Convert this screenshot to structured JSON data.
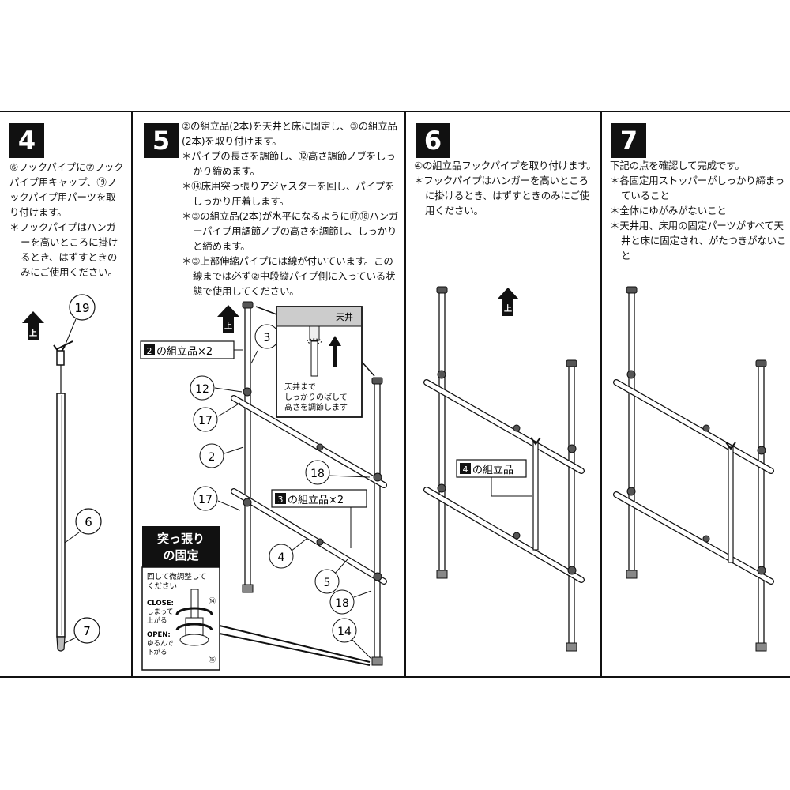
{
  "step4": {
    "number": "4",
    "instruction": "⑥フックパイプに⑦フックパイプ用キャップ、⑲フックパイプ用パーツを取り付けます。",
    "note": "＊フックパイプはハンガーを高いところに掛けるとき、はずすときのみにご使用ください。",
    "labels": {
      "up": "上",
      "c19": "19",
      "c6": "6",
      "c7": "7"
    }
  },
  "step5": {
    "number": "5",
    "instruction": "②の組立品(2本)を天井と床に固定し、③の組立品(2本)を取り付けます。",
    "notes": [
      "＊パイプの長さを調節し、⑫高さ調節ノブをしっかり締めます。",
      "＊⑭床用突っ張りアジャスターを回し、パイプをしっかり圧着します。",
      "＊③の組立品(2本)が水平になるように⑰⑱ハンガーパイプ用調節ノブの高さを調節し、しっかりと締めます。",
      "＊③上部伸縮パイプには線が付いています。この線までは必ず②中段縦パイプ側に入っている状態で使用してください。"
    ],
    "labels": {
      "up": "上",
      "assembly2": "の組立品×2",
      "assembly2_num": "2",
      "assembly3": "の組立品×2",
      "assembly3_num": "3",
      "c3": "3",
      "c12": "12",
      "c17a": "17",
      "c2": "2",
      "c17b": "17",
      "c18a": "18",
      "c4": "4",
      "c5": "5",
      "c18b": "18",
      "c14": "14"
    },
    "inset": {
      "ceiling": "天井",
      "caption": [
        "天井まで",
        "しっかりのばして",
        "高さを調節します"
      ]
    },
    "tension": {
      "title": [
        "突っ張り",
        "の固定"
      ],
      "instruction": [
        "回して微調整して",
        "ください"
      ],
      "close_title": "CLOSE:",
      "close_desc": [
        "しまって",
        "上がる"
      ],
      "open_title": "OPEN:",
      "open_desc": [
        "ゆるんで",
        "下がる"
      ],
      "c14": "⑭",
      "c15": "⑮"
    }
  },
  "step6": {
    "number": "6",
    "instruction": "④の組立品フックパイプを取り付けます。",
    "note": "＊フックパイプはハンガーを高いところに掛けるとき、はずすときのみにご使用ください。",
    "labels": {
      "up": "上",
      "assembly4_num": "4",
      "assembly4": "の組立品"
    }
  },
  "step7": {
    "number": "7",
    "instruction": "下記の点を確認して完成です。",
    "notes": [
      "＊各固定用ストッパーがしっかり締まっていること",
      "＊全体にゆがみがないこと",
      "＊天井用、床用の固定パーツがすべて天井と床に固定され、がたつきがないこと"
    ]
  }
}
